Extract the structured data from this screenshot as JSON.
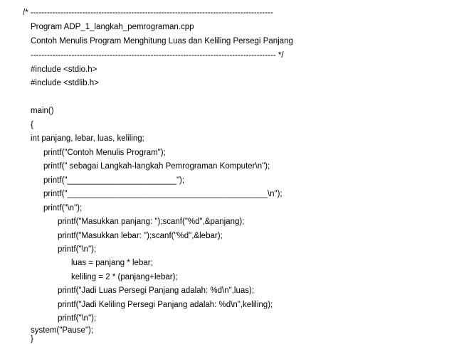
{
  "document": {
    "lines": [
      "/* -----------------------------------------------------------------------------------------",
      "Program ADP_1_langkah_pemrograman.cpp",
      "Contoh Menulis Program Menghitung Luas dan Keliling Persegi Panjang",
      "------------------------------------------------------------------------------------------ */",
      "#include <stdio.h>",
      "#include <stdlib.h>",
      "main()",
      "{",
      "int panjang, lebar, luas, keliling;",
      "printf(\"Contoh Menulis Program\");",
      "printf(\" sebagai Langkah-langkah Pemrograman Komputer\\n\");",
      "printf(\"________________________\");",
      "printf(\"____________________________________________\\n\");",
      "printf(\"\\n\");",
      "printf(\"Masukkan panjang: \");scanf(\"%d\",&panjang);",
      "printf(\"Masukkan lebar: \");scanf(\"%d\",&lebar);",
      "printf(\"\\n\");",
      "luas = panjang * lebar;",
      "keliling = 2 * (panjang+lebar);",
      "printf(\"Jadi Luas Persegi Panjang adalah: %d\\n\",luas);",
      "printf(\"Jadi Keliling Persegi Panjang adalah: %d\\n\",keliling);",
      "printf(\"\\n\");",
      "system(\"Pause\");",
      "}"
    ]
  }
}
